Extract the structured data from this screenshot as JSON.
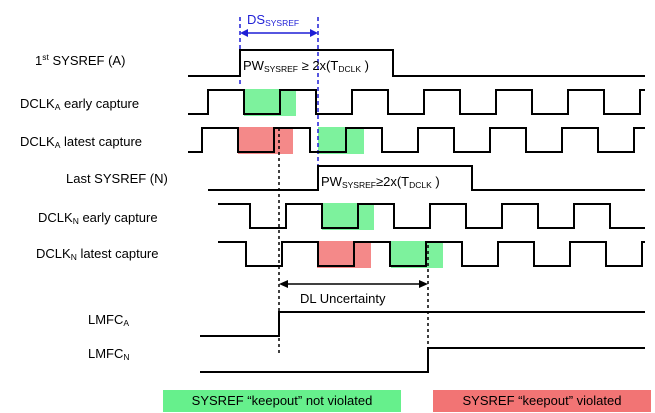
{
  "labels": {
    "sysref_a": {
      "main": "1",
      "sup": "st",
      "rest": " SYSREF (A)"
    },
    "dclk_a_early": {
      "main": "DCLK",
      "sub": "A",
      "rest": " early capture"
    },
    "dclk_a_latest": {
      "main": "DCLK",
      "sub": "A",
      "rest": " latest capture"
    },
    "sysref_n": {
      "text": "Last SYSREF (N)"
    },
    "dclk_n_early": {
      "main": "DCLK",
      "sub": "N",
      "rest": " early  capture"
    },
    "dclk_n_latest": {
      "main": "DCLK",
      "sub": "N",
      "rest": " latest capture"
    },
    "lmfc_a": {
      "main": "LMFC",
      "sub": "A"
    },
    "lmfc_n": {
      "main": "LMFC",
      "sub": "N"
    }
  },
  "annotations": {
    "ds": {
      "main": "DS",
      "sub": "SYSREF"
    },
    "pw_a": {
      "pre": "PW",
      "sub": "SYSREF",
      "mid": " ≥ 2x(T",
      "sub2": "DCLK",
      "post": " )"
    },
    "pw_n": {
      "pre": "PW",
      "sub": "SYSREF",
      "mid": "≥2x(T",
      "sub2": "DCLK",
      "post": " )"
    },
    "dl_uncertainty": "DL Uncertainty"
  },
  "legend": {
    "ok": "SYSREF “keepout” not violated",
    "bad": "SYSREF “keepout” violated"
  },
  "colors": {
    "ok": "#66f08c",
    "bad": "#f27474",
    "ds_marker": "#1f1fd6"
  }
}
